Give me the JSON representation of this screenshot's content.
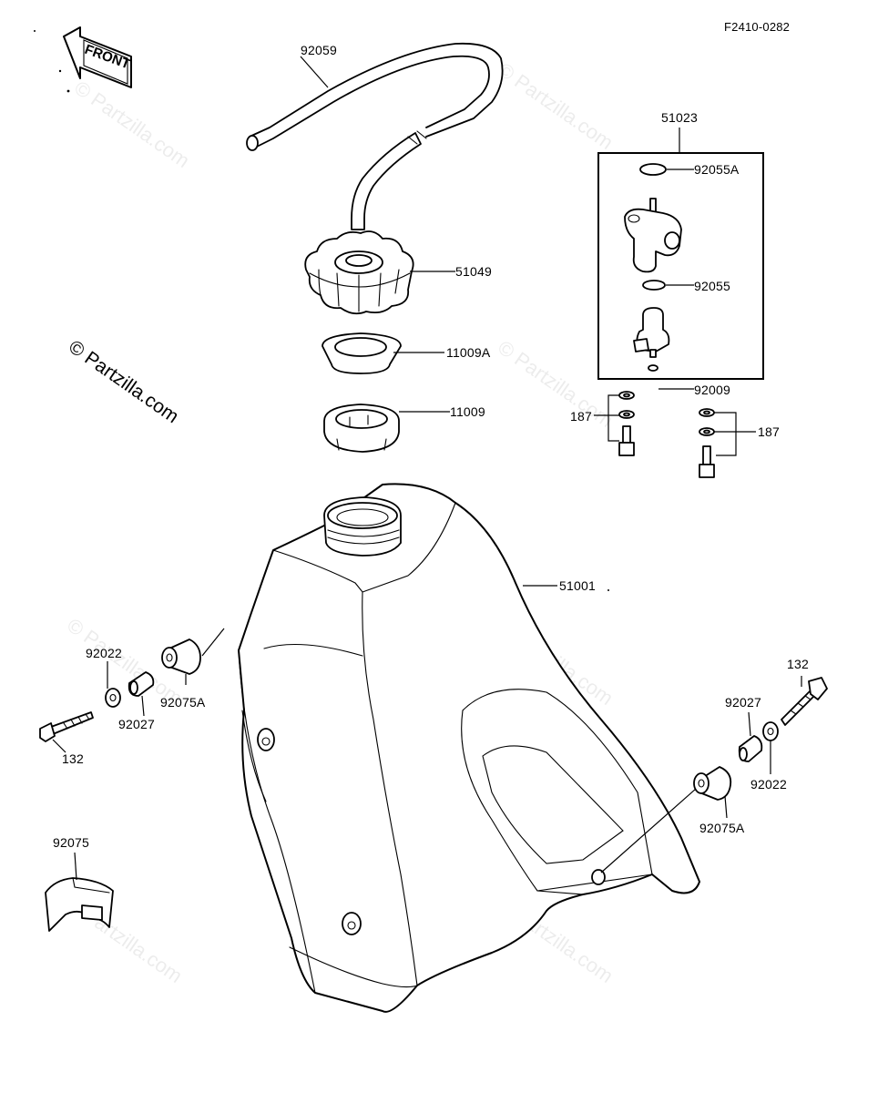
{
  "diagram_code": "F2410-0282",
  "front_label": "FRONT",
  "watermark": "© Partzilla.com",
  "labels": {
    "hose": "92059",
    "fuel_cock_assy": "51023",
    "oring_a": "92055A",
    "cap": "51049",
    "oring": "92055",
    "gasket_a": "11009A",
    "screw": "92009",
    "gasket": "11009",
    "bolt_set_left": "187",
    "bolt_set_right": "187",
    "tank": "51001",
    "washer_left": "92022",
    "collar_left": "92027",
    "damper_left": "92075A",
    "bolt_left": "132",
    "bolt_right": "132",
    "collar_right": "92027",
    "washer_right": "92022",
    "damper_right": "92075A",
    "damper_seat": "92075"
  }
}
